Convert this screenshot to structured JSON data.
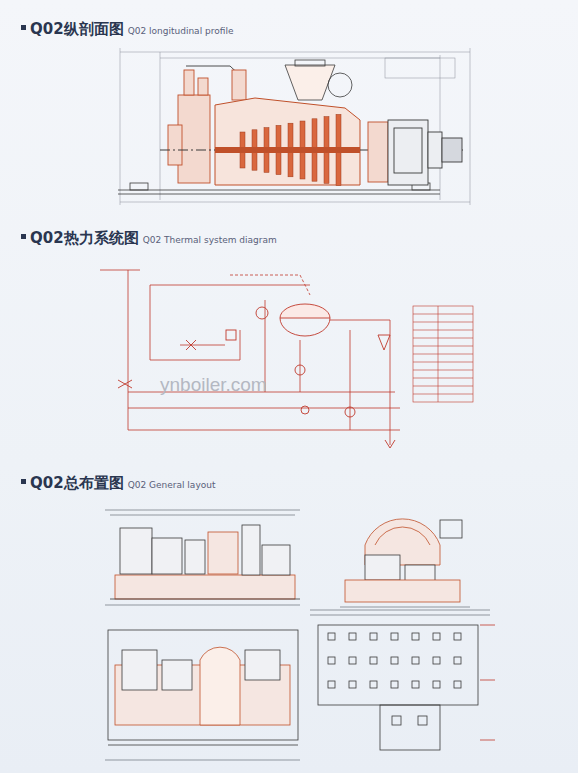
{
  "diagram": {
    "labels": [
      "Q02纵剖面图",
      "Q02 longitudinal profile",
      "Q02热力系统图",
      "Q02 Thermal system diagram",
      "Q02总布置图",
      "Q02 General layout",
      "ynboiler.com"
    ]
  }
}
